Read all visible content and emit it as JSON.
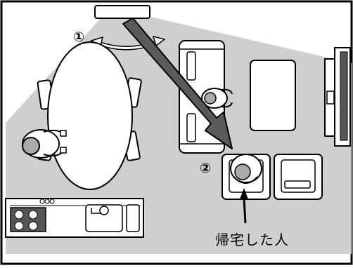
{
  "labels": {
    "marker_1": "①",
    "marker_2": "②",
    "caption": "帰宅した人"
  },
  "colors": {
    "floor_gray": "#cfcfcf",
    "arrow_dark": "#5a5a5a",
    "outline": "#000000"
  },
  "icons": [
    "sensor-device-icon",
    "sweep-arc-icon",
    "detection-arrow-icon",
    "stove-icon",
    "sink-icon",
    "television-icon"
  ]
}
